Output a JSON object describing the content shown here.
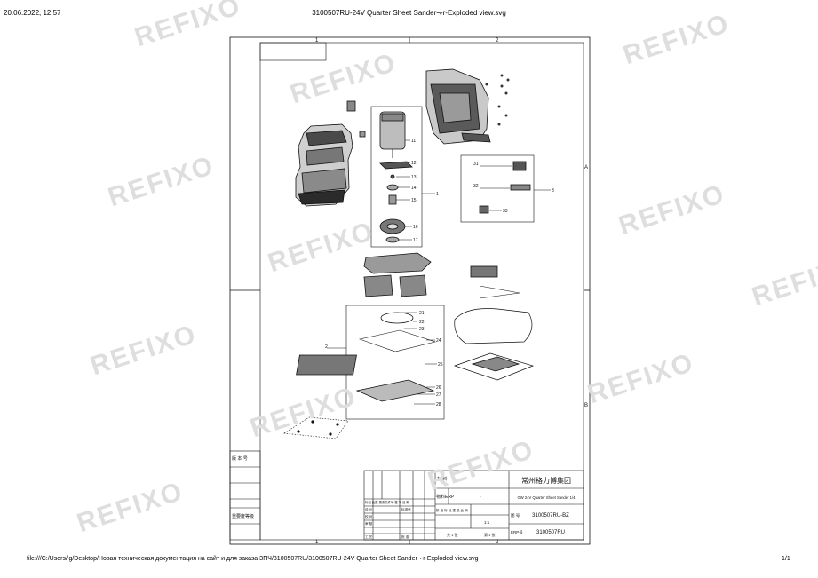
{
  "print_header": {
    "datetime": "20.06.2022, 12:57",
    "title": "3100507RU-24V Quarter Sheet Sander¬-r-Exploded view.svg"
  },
  "print_footer": {
    "path": "file:///C:/Users/lg/Desktop/Новая техническая документация на сайт и для заказа ЗПЧ/3100507RU/3100507RU-24V Quarter Sheet Sander¬-r-Exploded view.svg",
    "page": "1/1"
  },
  "watermark": "REFIXO",
  "frame": {
    "col_1": "1",
    "col_2": "2",
    "row_a": "A",
    "row_b": "B"
  },
  "callouts": {
    "c1": "1",
    "c11": "11",
    "c12": "12",
    "c13": "13",
    "c14": "14",
    "c15": "15",
    "c16": "16",
    "c17": "17",
    "c2": "2",
    "c21": "21",
    "c22": "22",
    "c23": "23",
    "c24": "24",
    "c25": "25",
    "c26": "26",
    "c27": "27",
    "c28": "28",
    "c3": "3",
    "c31": "31",
    "c32": "32",
    "c33": "33"
  },
  "left_stamp": {
    "version_no": "版 本 号",
    "importance": "重要度等级"
  },
  "title_block": {
    "company": "常州格力博集团",
    "material": "材 料",
    "erp_label": "物料ERP",
    "dash": "-",
    "description": "GW 24V Quarter Sheet Sander 1/4",
    "drawing_no_label": "图 号",
    "drawing_no": "3100507RU-BZ",
    "erp_no_label": "ERP号",
    "erp_no": "3100507RU",
    "scale": "1:1",
    "sheet_total": "共 1 张",
    "sheet_no": "第 1 张",
    "rev_labels": "标记 处数 更改文件号 签 字 日 期",
    "design": "设 计",
    "check": "校 对",
    "review": "审 核",
    "process": "工 艺",
    "standard": "标准化",
    "approve": "批 准",
    "stage_mark": "阶 段 标 记 重 量 比 例"
  }
}
